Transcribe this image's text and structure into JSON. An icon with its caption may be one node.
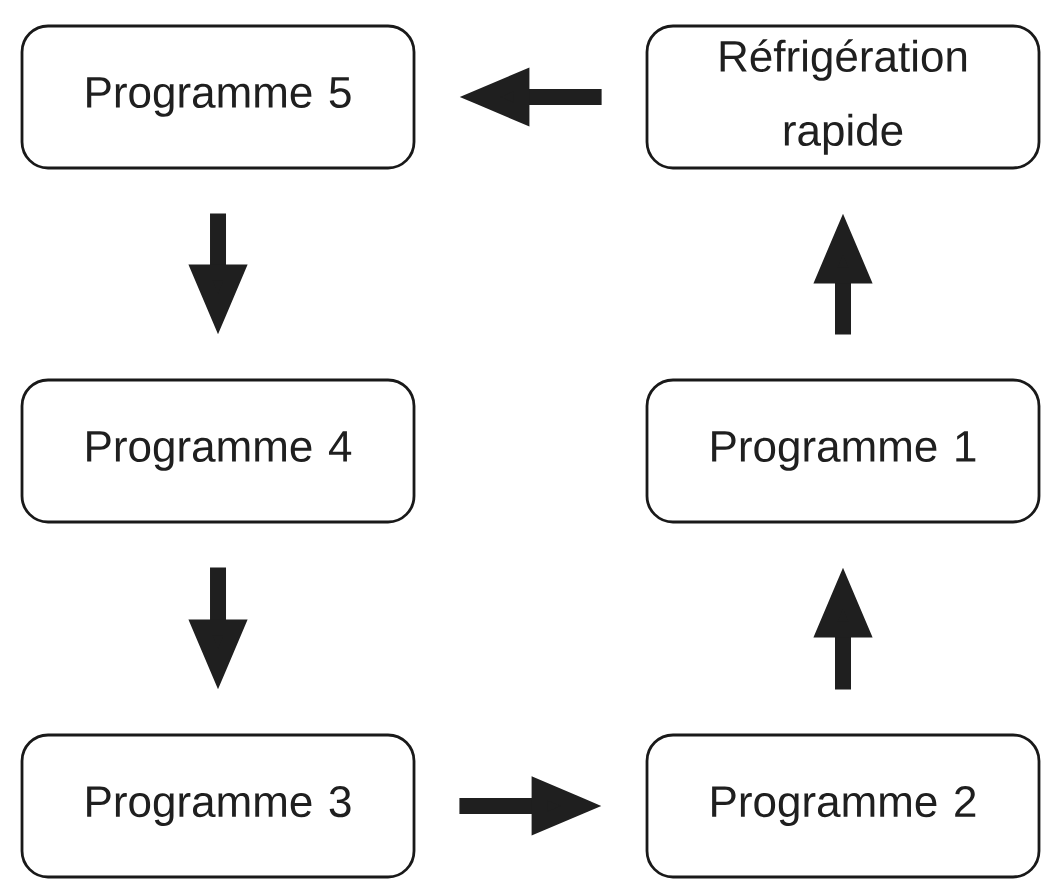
{
  "diagram": {
    "nodes": [
      {
        "text": [
          "Programme 5"
        ]
      },
      {
        "text": [
          "Réfrigération rapide"
        ]
      },
      {
        "text": [
          "Programme 4"
        ]
      },
      {
        "text": [
          "Programme 1"
        ]
      },
      {
        "text": [
          "Programme 3"
        ]
      },
      {
        "text": [
          "Programme 2"
        ]
      }
    ],
    "edges": [
      {
        "from": 1,
        "to": 0,
        "arrow": "to"
      },
      {
        "from": 0,
        "to": 2,
        "arrow": "to"
      },
      {
        "from": 2,
        "to": 4,
        "arrow": "to"
      },
      {
        "from": 4,
        "to": 5,
        "arrow": "to"
      },
      {
        "from": 5,
        "to": 3,
        "arrow": "to"
      },
      {
        "from": 3,
        "to": 1,
        "arrow": "to"
      }
    ]
  }
}
